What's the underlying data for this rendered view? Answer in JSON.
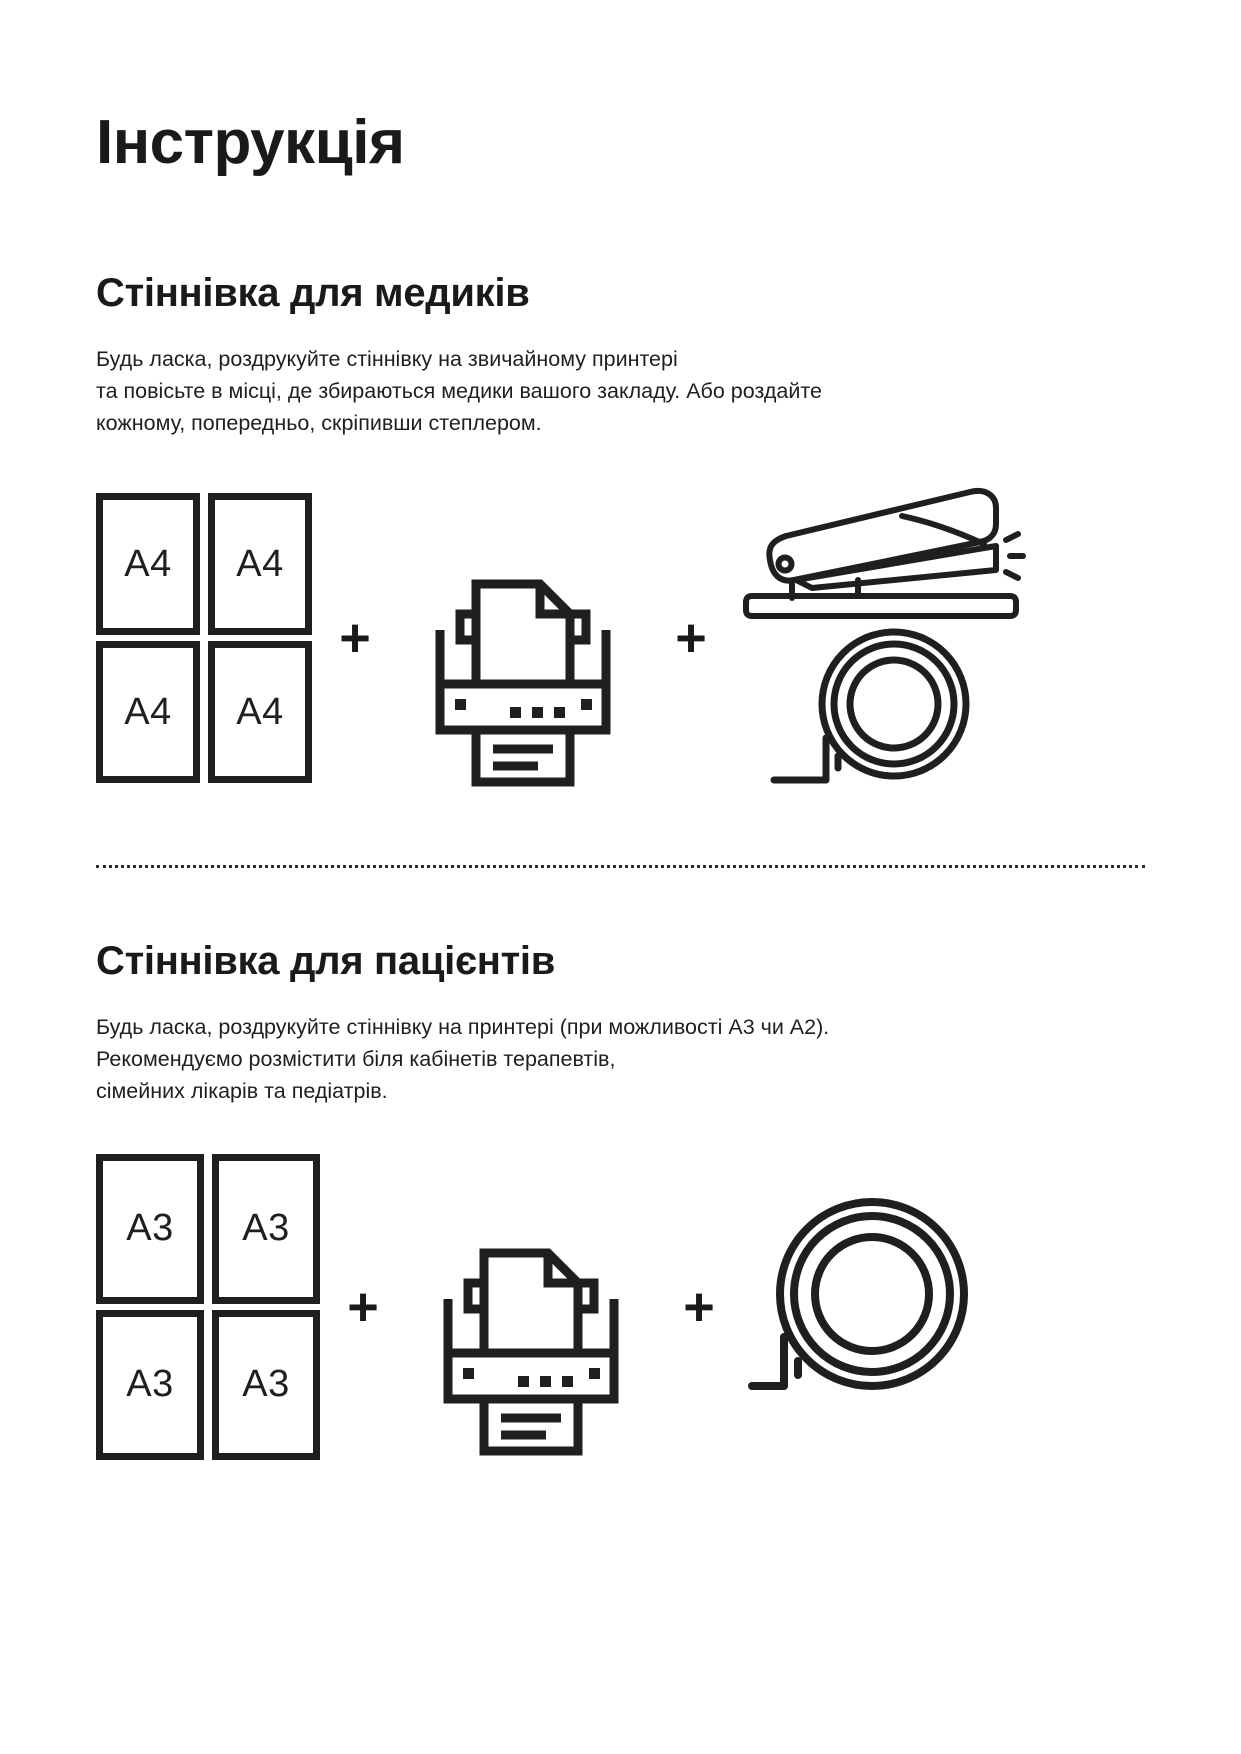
{
  "document": {
    "title": "Інструкція",
    "language": "uk"
  },
  "sections": [
    {
      "id": "medics",
      "heading": "Стіннівка для медиків",
      "paragraph_lines": [
        "Будь ласка, роздрукуйте стіннівку на звичайному принтері",
        "та повісьте в місці, де збираються медики вашого закладу. Або роздайте",
        "кожному, попередньо, скріпивши степлером."
      ],
      "paper": {
        "label": "A4",
        "sheets": [
          "A4",
          "A4",
          "A4",
          "A4"
        ]
      },
      "plus_symbols": [
        "+",
        "+"
      ],
      "icons": [
        "paper-grid-icon",
        "printer-icon",
        "stapler-icon",
        "tape-roll-icon"
      ]
    },
    {
      "id": "patients",
      "heading": "Стіннівка для пацієнтів",
      "paragraph_lines": [
        "Будь ласка, роздрукуйте стіннівку на принтері (при можливості A3 чи A2).",
        "Рекомендуємо розмістити біля кабінетів терапевтів,",
        "сімейних лікарів та педіатрів."
      ],
      "paper": {
        "label": "A3",
        "sheets": [
          "A3",
          "A3",
          "A3",
          "A3"
        ]
      },
      "plus_symbols": [
        "+",
        "+"
      ],
      "icons": [
        "paper-grid-icon",
        "printer-icon",
        "tape-roll-icon"
      ]
    }
  ],
  "divider": {
    "style": "dotted"
  },
  "colors": {
    "ink": "#1f1f1f",
    "title": "#1a1a1a",
    "background": "#ffffff",
    "divider": "#2b2b2b"
  }
}
